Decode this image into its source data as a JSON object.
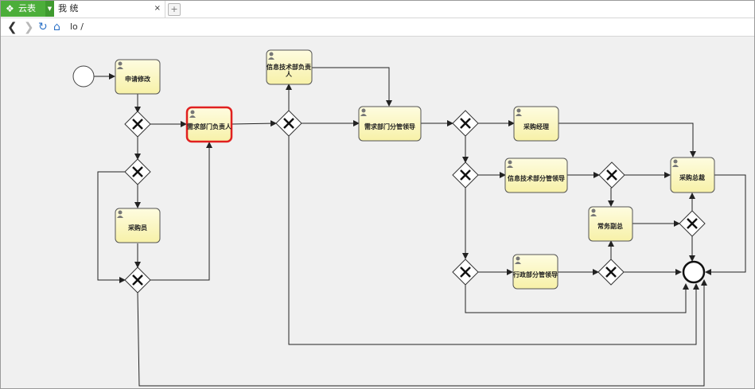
{
  "browser": {
    "app_tab_label": "云表",
    "active_tab_title": "我    统",
    "close_glyph": "×",
    "new_tab_glyph": "+",
    "address": "lo          /"
  },
  "diagram": {
    "tasks": [
      {
        "id": "t1",
        "label": "申请修改"
      },
      {
        "id": "t2",
        "label": "需求部门负责人",
        "highlighted": true
      },
      {
        "id": "t3",
        "label": "采购员"
      },
      {
        "id": "t4",
        "label": "信息技术部负责",
        "label2": "人"
      },
      {
        "id": "t5",
        "label": "需求部门分管领导"
      },
      {
        "id": "t6",
        "label": "采购经理"
      },
      {
        "id": "t7",
        "label": "信息技术部分管领导"
      },
      {
        "id": "t8",
        "label": "行政部分管领导"
      },
      {
        "id": "t9",
        "label": "常务副总"
      },
      {
        "id": "t10",
        "label": "采购总裁"
      }
    ],
    "colors": {
      "task_fill": "#fbf8c4",
      "task_stroke": "#555555",
      "highlight": "#e02020",
      "gateway_fill": "#ffffff",
      "line": "#222222"
    }
  }
}
